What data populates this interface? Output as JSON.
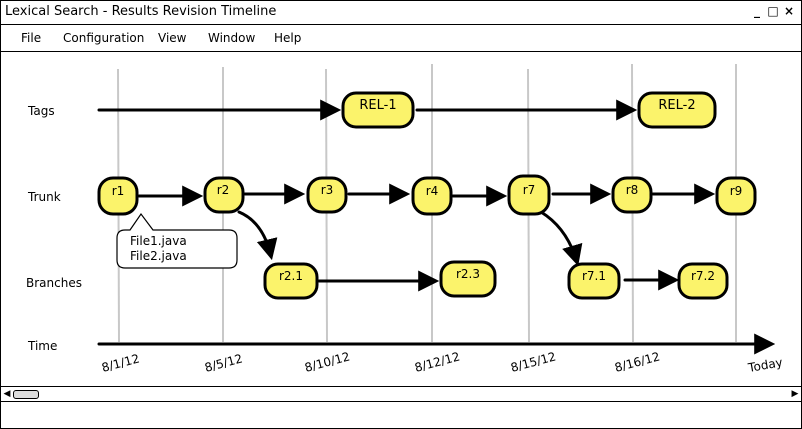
{
  "window": {
    "title": "Lexical Search - Results Revision Timeline"
  },
  "menu": [
    "File",
    "Configuration",
    "View",
    "Window",
    "Help"
  ],
  "lanes": {
    "tags": "Tags",
    "trunk": "Trunk",
    "branches": "Branches",
    "time": "Time"
  },
  "tags": [
    "REL-1",
    "REL-2"
  ],
  "trunk": [
    "r1",
    "r2",
    "r3",
    "r4",
    "r7",
    "r8",
    "r9"
  ],
  "branches": [
    "r2.1",
    "r2.3",
    "r7.1",
    "r7.2"
  ],
  "callout": [
    "File1.java",
    "File2.java"
  ],
  "dates": [
    "8/1/12",
    "8/5/12",
    "8/10/12",
    "8/12/12",
    "8/15/12",
    "8/16/12",
    "Today"
  ],
  "colors": {
    "node_fill": "#fbf36b",
    "stroke": "#000000",
    "gridline": "#c8c8c8"
  }
}
